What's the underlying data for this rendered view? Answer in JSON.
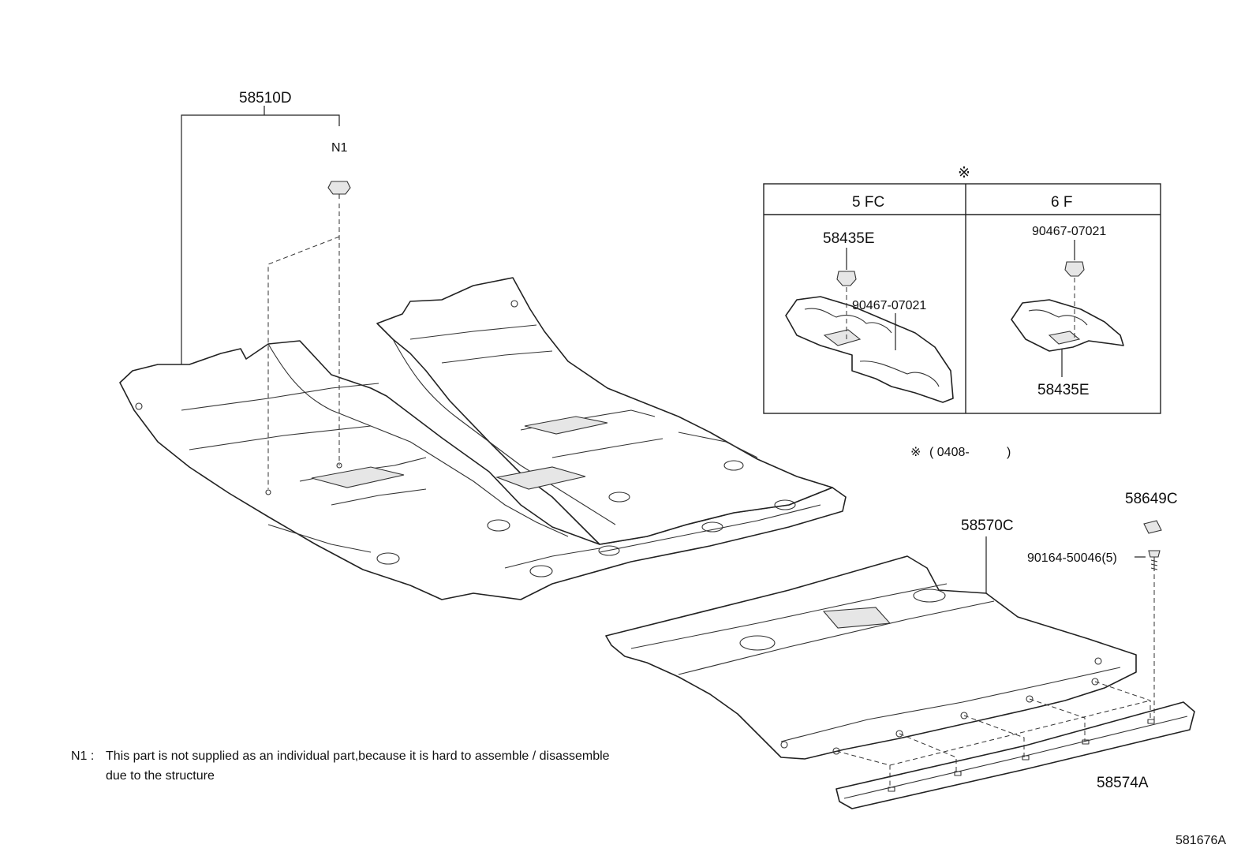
{
  "callouts": {
    "floor_carpet_front": "58510D",
    "note_ref_mark": "N1",
    "inset_symbol": "※",
    "inset_col_left_header": "5 FC",
    "inset_col_right_header": "6 F",
    "inset_left_part_top": "58435E",
    "inset_left_clip": "90467-07021",
    "inset_right_clip": "90467-07021",
    "inset_right_part_bottom": "58435E",
    "applicability_symbol": "※",
    "applicability_range_start": "( 0408-",
    "applicability_range_end": ")",
    "floor_carpet_rear": "58570C",
    "plug": "58649C",
    "screw": "90164-50046(5)",
    "rear_plate": "58574A"
  },
  "footnote": {
    "marker": "N1 :",
    "line1": "This part is not supplied as an individual part,because it is hard to assemble / disassemble",
    "line2": "due to the structure"
  },
  "illustration_number": "581676A"
}
